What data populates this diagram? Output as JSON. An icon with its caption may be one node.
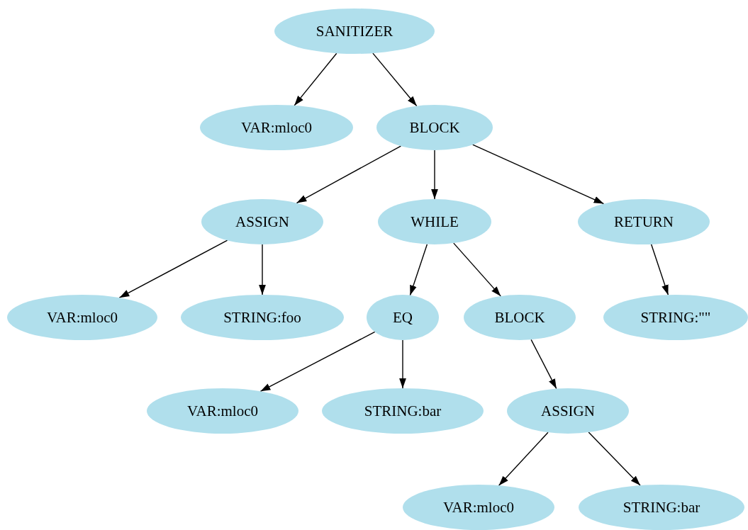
{
  "diagram": {
    "nodes": [
      {
        "text": [
          "SANITIZER"
        ]
      },
      {
        "text": [
          "VAR:mloc0"
        ]
      },
      {
        "text": [
          "BLOCK"
        ]
      },
      {
        "text": [
          "ASSIGN"
        ]
      },
      {
        "text": [
          "WHILE"
        ]
      },
      {
        "text": [
          "RETURN"
        ]
      },
      {
        "text": [
          "VAR:mloc0"
        ]
      },
      {
        "text": [
          "STRING:foo"
        ]
      },
      {
        "text": [
          "EQ"
        ]
      },
      {
        "text": [
          "BLOCK"
        ]
      },
      {
        "text": [
          "STRING:\"\""
        ]
      },
      {
        "text": [
          "VAR:mloc0"
        ]
      },
      {
        "text": [
          "STRING:bar"
        ]
      },
      {
        "text": [
          "ASSIGN"
        ]
      },
      {
        "text": [
          "VAR:mloc0"
        ]
      },
      {
        "text": [
          "STRING:bar"
        ]
      }
    ],
    "edges": [
      {
        "from": 0,
        "to": 1,
        "arrow": "to"
      },
      {
        "from": 0,
        "to": 2,
        "arrow": "to"
      },
      {
        "from": 2,
        "to": 3,
        "arrow": "to"
      },
      {
        "from": 2,
        "to": 4,
        "arrow": "to"
      },
      {
        "from": 2,
        "to": 5,
        "arrow": "to"
      },
      {
        "from": 3,
        "to": 6,
        "arrow": "to"
      },
      {
        "from": 3,
        "to": 7,
        "arrow": "to"
      },
      {
        "from": 4,
        "to": 8,
        "arrow": "to"
      },
      {
        "from": 4,
        "to": 9,
        "arrow": "to"
      },
      {
        "from": 5,
        "to": 10,
        "arrow": "to"
      },
      {
        "from": 8,
        "to": 11,
        "arrow": "to"
      },
      {
        "from": 8,
        "to": 12,
        "arrow": "to"
      },
      {
        "from": 9,
        "to": 13,
        "arrow": "to"
      },
      {
        "from": 13,
        "to": 14,
        "arrow": "to"
      },
      {
        "from": 13,
        "to": 15,
        "arrow": "to"
      }
    ]
  }
}
